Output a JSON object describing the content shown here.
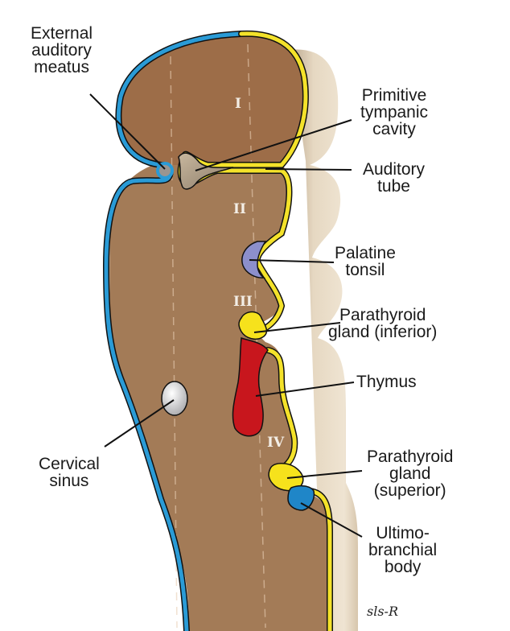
{
  "diagram": {
    "title": "Pharyngeal pouch derivatives",
    "colors": {
      "mesenchyme": "#a17a56",
      "mesenchyme_upper": "#9e6e4a",
      "ectoderm": "#2a9bd6",
      "endoderm": "#f4e22a",
      "tonsil": "#8c8fcb",
      "thymus": "#c8161d",
      "parathyroid": "#f6e21c",
      "ultimobranchial": "#1f86c8",
      "cervical_sinus": "#c9c9cb",
      "pharynx_wall": "#dccbb1"
    },
    "arches": [
      "I",
      "II",
      "III",
      "IV"
    ],
    "labels": {
      "external_auditory_meatus": [
        "External",
        "auditory",
        "meatus"
      ],
      "primitive_tympanic_cavity": [
        "Primitive",
        "tympanic",
        "cavity"
      ],
      "auditory_tube": [
        "Auditory",
        "tube"
      ],
      "palatine_tonsil": [
        "Palatine",
        "tonsil"
      ],
      "parathyroid_inferior": [
        "Parathyroid",
        "gland (inferior)"
      ],
      "thymus": [
        "Thymus"
      ],
      "parathyroid_superior": [
        "Parathyroid",
        "gland",
        "(superior)"
      ],
      "ultimobranchial_body": [
        "Ultimo-",
        "branchial",
        "body"
      ],
      "cervical_sinus": [
        "Cervical",
        "sinus"
      ]
    },
    "signature": "sls-R"
  }
}
